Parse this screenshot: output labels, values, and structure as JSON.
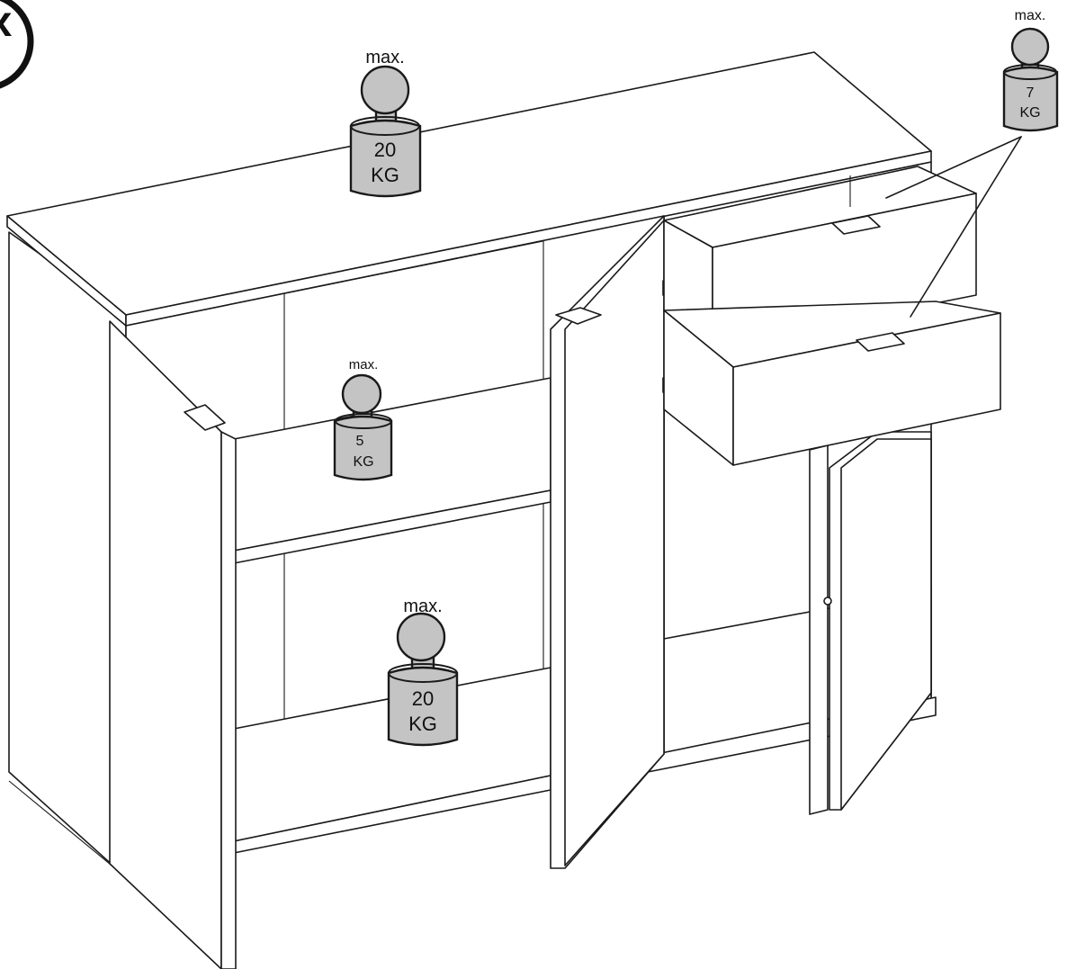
{
  "badge": {
    "text": "x"
  },
  "weights": {
    "top": {
      "max": "max.",
      "value": "20",
      "unit": "KG"
    },
    "drawers": {
      "max": "max.",
      "value": "7",
      "unit": "KG"
    },
    "shelf": {
      "max": "max.",
      "value": "5",
      "unit": "KG"
    },
    "bottom": {
      "max": "max.",
      "value": "20",
      "unit": "KG"
    }
  },
  "colors": {
    "weight_fill": "#c4c4c4",
    "line": "#1a1a1a",
    "background": "#ffffff"
  }
}
